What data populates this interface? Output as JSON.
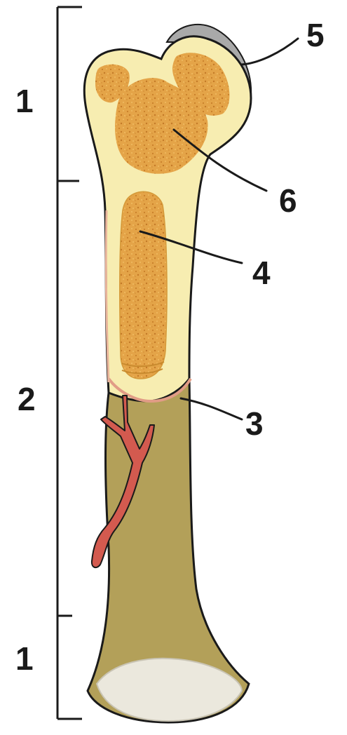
{
  "labels": {
    "epiphysis_top": "1",
    "diaphysis": "2",
    "epiphysis_bottom": "1",
    "callout_3": "3",
    "callout_4": "4",
    "callout_5": "5",
    "callout_6": "6"
  },
  "colors": {
    "compact_bone_light": "#f7edb1",
    "compact_bone_dark": "#b3a059",
    "spongy_bone": "#e2a046",
    "marrow": "#f0b85a",
    "cartilage": "#ebe8dd",
    "periosteum": "#a9a9a9",
    "blood_vessel": "#d35a4f",
    "outline": "#1a1a1a"
  }
}
